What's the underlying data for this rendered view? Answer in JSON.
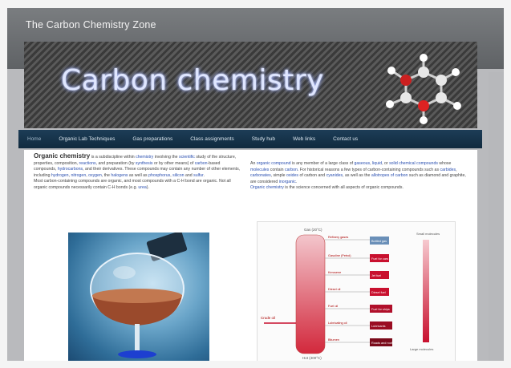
{
  "header": {
    "site_title": "The Carbon Chemistry Zone"
  },
  "banner": {
    "title": "Carbon chemistry"
  },
  "nav": {
    "items": [
      {
        "label": "Home",
        "active": true
      },
      {
        "label": "Organic Lab Techniques"
      },
      {
        "label": "Gas preparations"
      },
      {
        "label": "Class assignments"
      },
      {
        "label": "Study hub"
      },
      {
        "label": "Web links"
      },
      {
        "label": "Contact us"
      }
    ]
  },
  "content": {
    "left": {
      "lead": "Organic chemistry",
      "p1_a": " is a subdiscipline within ",
      "p1_link1": "chemistry",
      "p1_b": " involving the ",
      "p1_link2": "scientific",
      "p1_c": " study of the structure, properties, composition, ",
      "p1_link3": "reactions",
      "p1_d": ", and preparation (by ",
      "p1_link4": "synthesis",
      "p1_e": " or by other means) of ",
      "p1_link5": "carbon",
      "p1_f": "-based compounds, ",
      "p1_link6": "hydrocarbons",
      "p1_g": ", and their derivatives. These compounds may contain any number of other elements, including ",
      "p1_link7": "hydrogen",
      "p1_h": ", ",
      "p1_link8": "nitrogen",
      "p1_i": ", ",
      "p1_link9": "oxygen",
      "p1_j": ", the ",
      "p1_link10": "halogens",
      "p1_k": " as well as ",
      "p1_link11": "phosphorus",
      "p1_l": ", ",
      "p1_link12": "silicon",
      "p1_m": " and ",
      "p1_link13": "sulfur",
      "p1_n": ".",
      "p2": "Most carbon-containing compounds are organic, and most compounds with a C-H bond are organic. Not all organic compounds necessarily contain C-H bonds (e.g. ",
      "p2_link": "urea",
      "p2_end": ")."
    },
    "right": {
      "p1_a": "An ",
      "p1_link1": "organic compound",
      "p1_b": " is any member of a large class of ",
      "p1_link2": "gaseous",
      "p1_c": ", ",
      "p1_link3": "liquid",
      "p1_d": ", or ",
      "p1_link4": "solid",
      "p1_e": " ",
      "p1_link5": "chemical compounds",
      "p1_f": " whose ",
      "p1_link6": "molecules",
      "p1_g": " contain ",
      "p1_link7": "carbon",
      "p1_h": ". For historical reasons a few types of carbon-containing compounds such as ",
      "p1_link8": "carbides",
      "p1_i": ", ",
      "p1_link9": "carbonates",
      "p1_j": ", simple ",
      "p1_link10": "oxides",
      "p1_k": " of carbon and ",
      "p1_link11": "cyanides",
      "p1_l": ", as well as the ",
      "p1_link12": "allotropes of carbon",
      "p1_m": " such as diamond and graphite, are considered ",
      "p1_link13": "inorganic",
      "p1_n": ".",
      "p2_link": "Organic chemistry",
      "p2": " is the science concerned with all aspects of organic compounds."
    }
  },
  "diagram": {
    "top_label": "Gas (20°C)",
    "bottom_label": "Hot (400°C)",
    "feed_label": "Crude oil",
    "right_top": "Small molecules",
    "right_bottom": "Large molecules",
    "fractions": [
      "Refinery gases",
      "Gasoline (Petrol)",
      "Kerosene",
      "Diesel oil",
      "Fuel oil",
      "Lubricating oil",
      "Bitumen"
    ],
    "uses": [
      "Bottled gas",
      "Fuel for cars",
      "Jet fuel",
      "Diesel fuel",
      "Fuel for ships",
      "Lubricants",
      "Roads and roofs"
    ],
    "colors": {
      "column_top": "#f3c6cc",
      "column_bottom": "#d2283c",
      "tag": "#c8102e",
      "tag_dark": "#7a0a1a"
    }
  },
  "icons": [
    "molecule-icon",
    "wine-glass-photo"
  ]
}
